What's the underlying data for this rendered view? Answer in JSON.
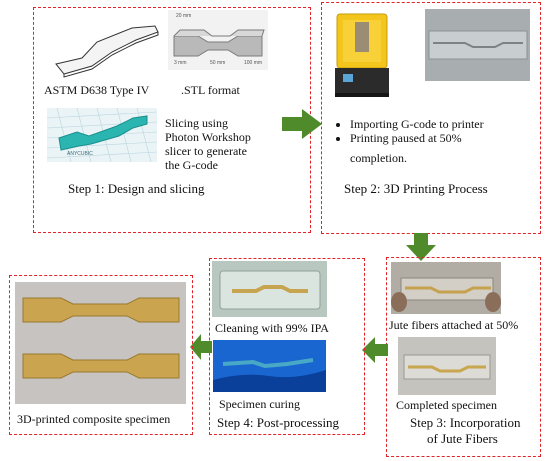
{
  "step1": {
    "label_dog": "ASTM D638 Type IV",
    "label_stl": ".STL format",
    "stl_dims": [
      "20 mm",
      "3 mm",
      "50 mm",
      "100 mm"
    ],
    "slicer_small": "ANYCUBIC",
    "slicing_lines": [
      "Slicing using",
      "Photon Workshop",
      "slicer to generate",
      "the G-code"
    ],
    "title": "Step 1: Design and slicing"
  },
  "step2": {
    "bullets": [
      "Importing G-code to printer",
      "Printing paused at 50%",
      "completion."
    ],
    "title": "Step 2: 3D Printing Process"
  },
  "step3": {
    "caption_top": "Jute fibers attached at 50%",
    "caption_bottom": "Completed specimen",
    "title_lines": [
      "Step 3: Incorporation",
      "of Jute Fibers"
    ]
  },
  "step4": {
    "caption_top": "Cleaning with 99% IPA",
    "caption_bottom": "Specimen curing",
    "title": "Step 4: Post-processing"
  },
  "final": {
    "caption": "3D-printed composite specimen"
  },
  "colors": {
    "dashed_border": "#e0242a",
    "arrow_green": "#4f8a2b"
  }
}
